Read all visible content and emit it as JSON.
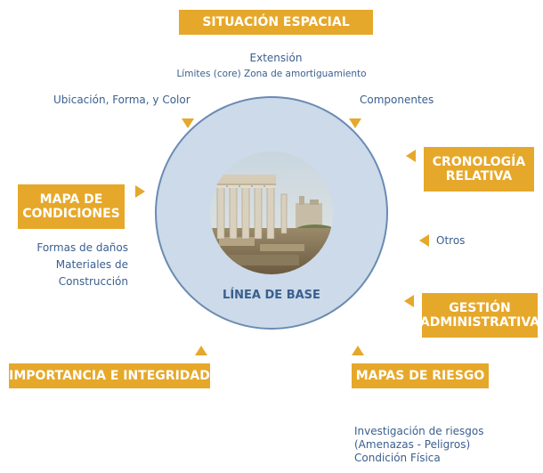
{
  "center": {
    "label": "LÍNEA DE BASE",
    "image": "roman-forum-ruins-photo"
  },
  "colors": {
    "box": "#e6a82a",
    "text": "#3a5f8f",
    "ring": "#ccdae9",
    "ring_border": "#6a8bb3"
  },
  "situacion_espacial": {
    "title": "SITUACIÓN ESPACIAL",
    "extension": "Extensión",
    "limites": "Límites (core) Zona de amortiguamiento",
    "ubicacion": "Ubicación, Forma, y Color",
    "componentes": "Componentes"
  },
  "cronologia": {
    "title_line1": "CRONOLOGÍA",
    "title_line2": "RELATIVA"
  },
  "otros": "Otros",
  "gestion": {
    "title_line1": "GESTIÓN",
    "title_line2": "ADMINISTRATIVA"
  },
  "mapas_riesgo": {
    "title": "MAPAS DE RIESGO",
    "line1": "Investigación de riesgos",
    "line2": "(Amenazas - Peligros)",
    "line3": "Condición Física"
  },
  "importancia": {
    "title": "IMPORTANCIA E INTEGRIDAD"
  },
  "mapa_condiciones": {
    "title_line1": "MAPA DE",
    "title_line2": "CONDICIONES",
    "line1": "Formas de daños",
    "line2": "Materiales de",
    "line3": "Construcción"
  }
}
